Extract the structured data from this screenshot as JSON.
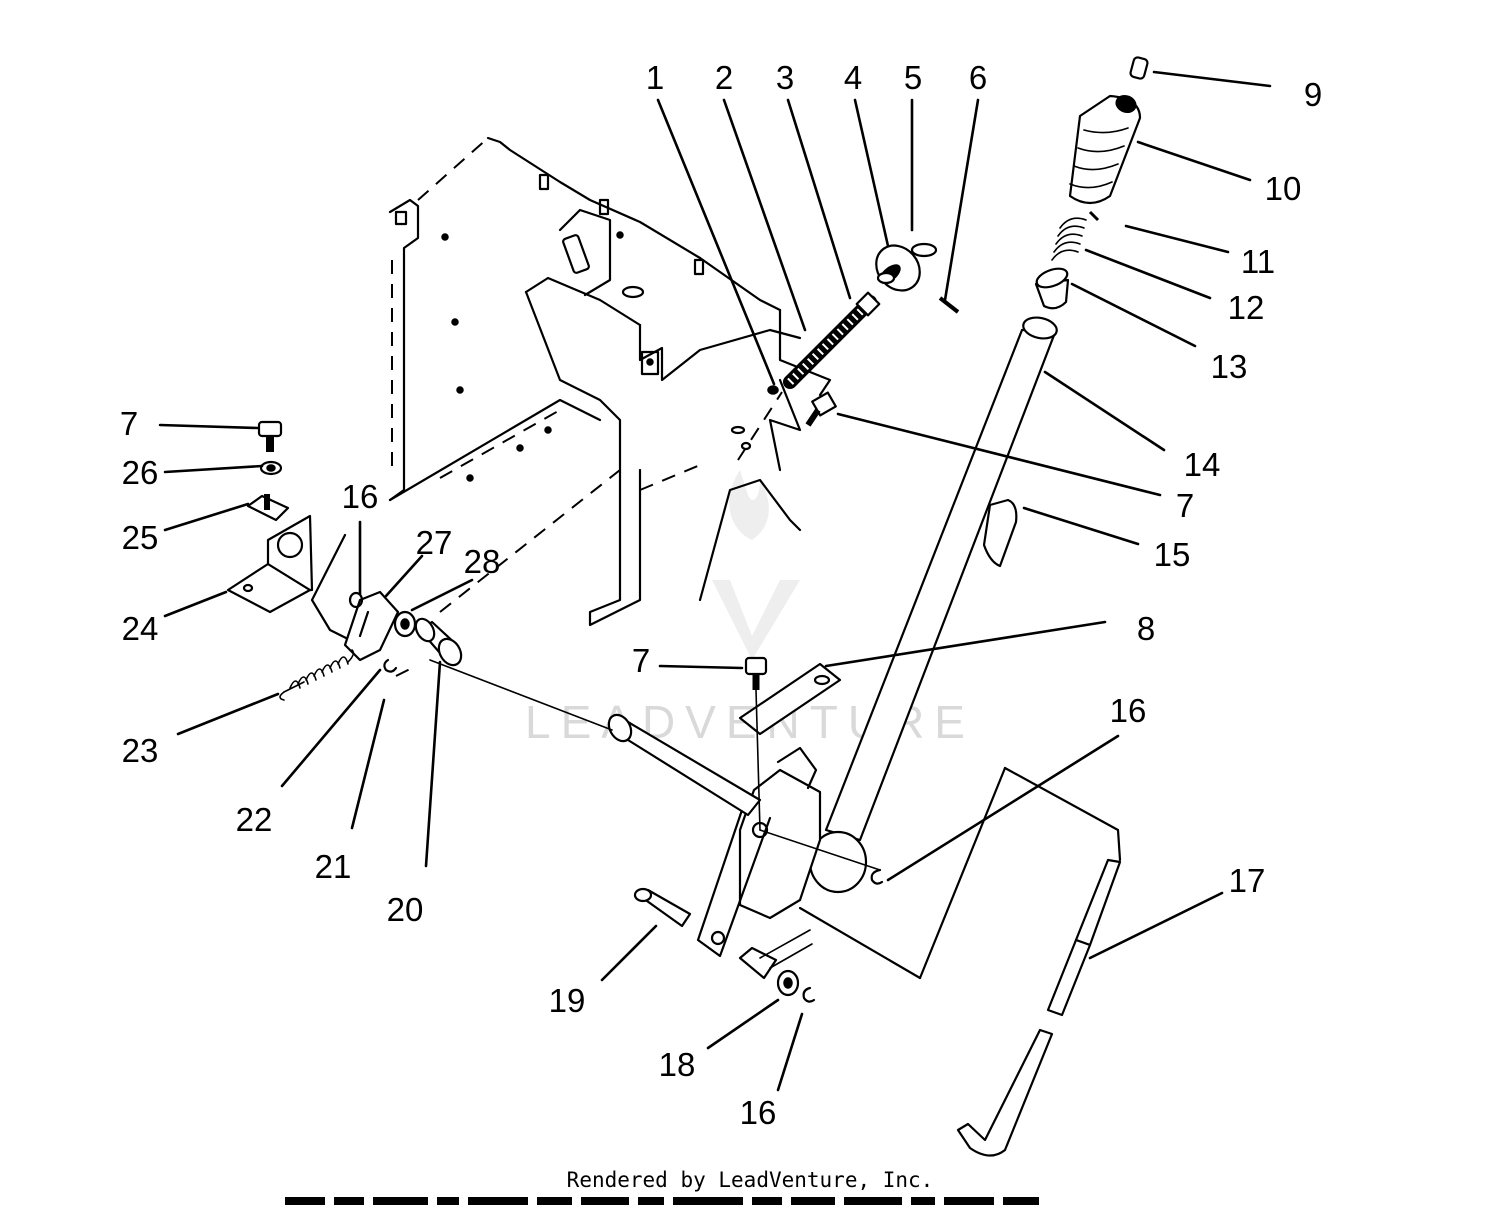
{
  "callouts": [
    "1",
    "2",
    "3",
    "4",
    "5",
    "6",
    "9",
    "10",
    "11",
    "12",
    "13",
    "14",
    "7",
    "15",
    "8",
    "16",
    "17",
    "7",
    "26",
    "25",
    "24",
    "16",
    "27",
    "28",
    "23",
    "22",
    "21",
    "20",
    "7",
    "19",
    "18",
    "16"
  ],
  "watermark": "LEADVENTURE",
  "footer": "Rendered by LeadVenture, Inc."
}
